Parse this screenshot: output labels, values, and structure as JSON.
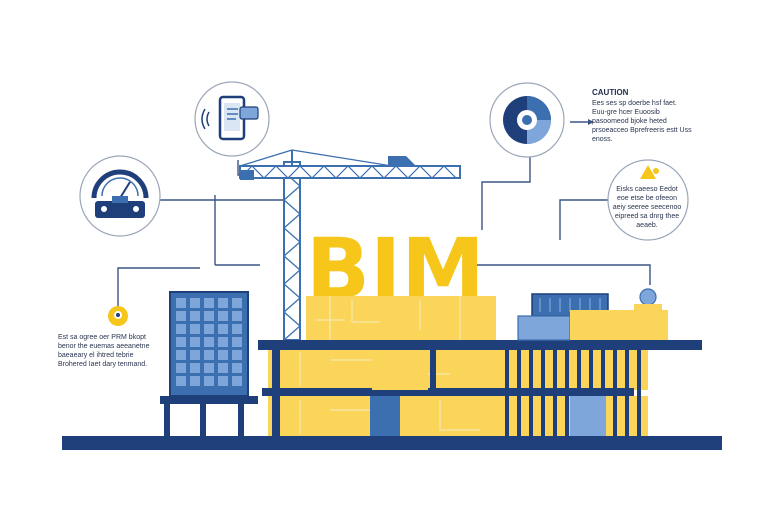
{
  "headline": "BIM",
  "callouts": {
    "caution": {
      "title": "CAUTION",
      "text": "Ees ses sp doerbe hsf faet. Euu-gre hcer Euoosib pasoomeod bjoke heted prsoeacceo Bprefreeris estt Uss enoss."
    },
    "right": {
      "text": "Eisks caeeso Eedot eoe etse be ofeeon aeiy seeree seecenoo eipreed sa dnrg thee aeaeb."
    },
    "left": {
      "text": "Est sa ogree oer PRM bkopt benor the euemas aeeanetne baeaeary el ihtred tebrie Brohered Iaet dary tenmand."
    }
  },
  "icons": [
    "mobile-icon",
    "gauge-icon",
    "pie-chart-icon",
    "alert-badge-icon",
    "location-pin-icon"
  ],
  "colors": {
    "navy": "#1f3f7a",
    "blue": "#3b6fb0",
    "light_blue": "#7fa6da",
    "yellow": "#f6c61b",
    "pale_yellow": "#fbd45a",
    "line": "#3b5585"
  }
}
